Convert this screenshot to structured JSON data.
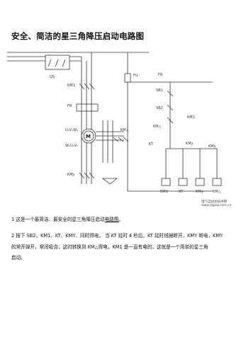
{
  "title": "安全、简洁的星三角降压启动电路图",
  "labels": {
    "qs": "QS",
    "km1_left": "KM1",
    "fr_left": "FR",
    "uvw": "U₁V₁W₁",
    "w2u2v2": "W₂U₂V₂",
    "km_tri_left": "KM△",
    "kmy_left": "KMy",
    "fu": "FU",
    "fr_right": "FR",
    "sb1": "SB1",
    "sb2": "SB2",
    "km1_aux": "KM1",
    "km_tri_aux": "KM△",
    "kt": "KT",
    "kmy_aux": "KMy",
    "kmy_aux2": "KMy",
    "coil_km1": "KM1",
    "coil_kmy": "KMy",
    "coil_kt": "KT",
    "coil_km_tri": "KM△",
    "motor": "M",
    "watermark1": "电气自动化技术网",
    "watermark2": "www.dqjsw.com.cn"
  },
  "para1": {
    "text_before": "1 这是一个最简洁、最安全的星三角降压启动",
    "text_underline": "电路图",
    "text_after": "。"
  },
  "para2": {
    "line1": "2 按下 SB2，KM1、KT、KMY、同时得电，  当 KT 延时 4 秒后，KT 延时线圈断开，KMY 断电，KMY",
    "line2": "的常开弹开，常闭吸合，这时转换到 KM△得电，KM1 是一直有电的，这就是一个简单的星三角",
    "line3": "启动。"
  }
}
